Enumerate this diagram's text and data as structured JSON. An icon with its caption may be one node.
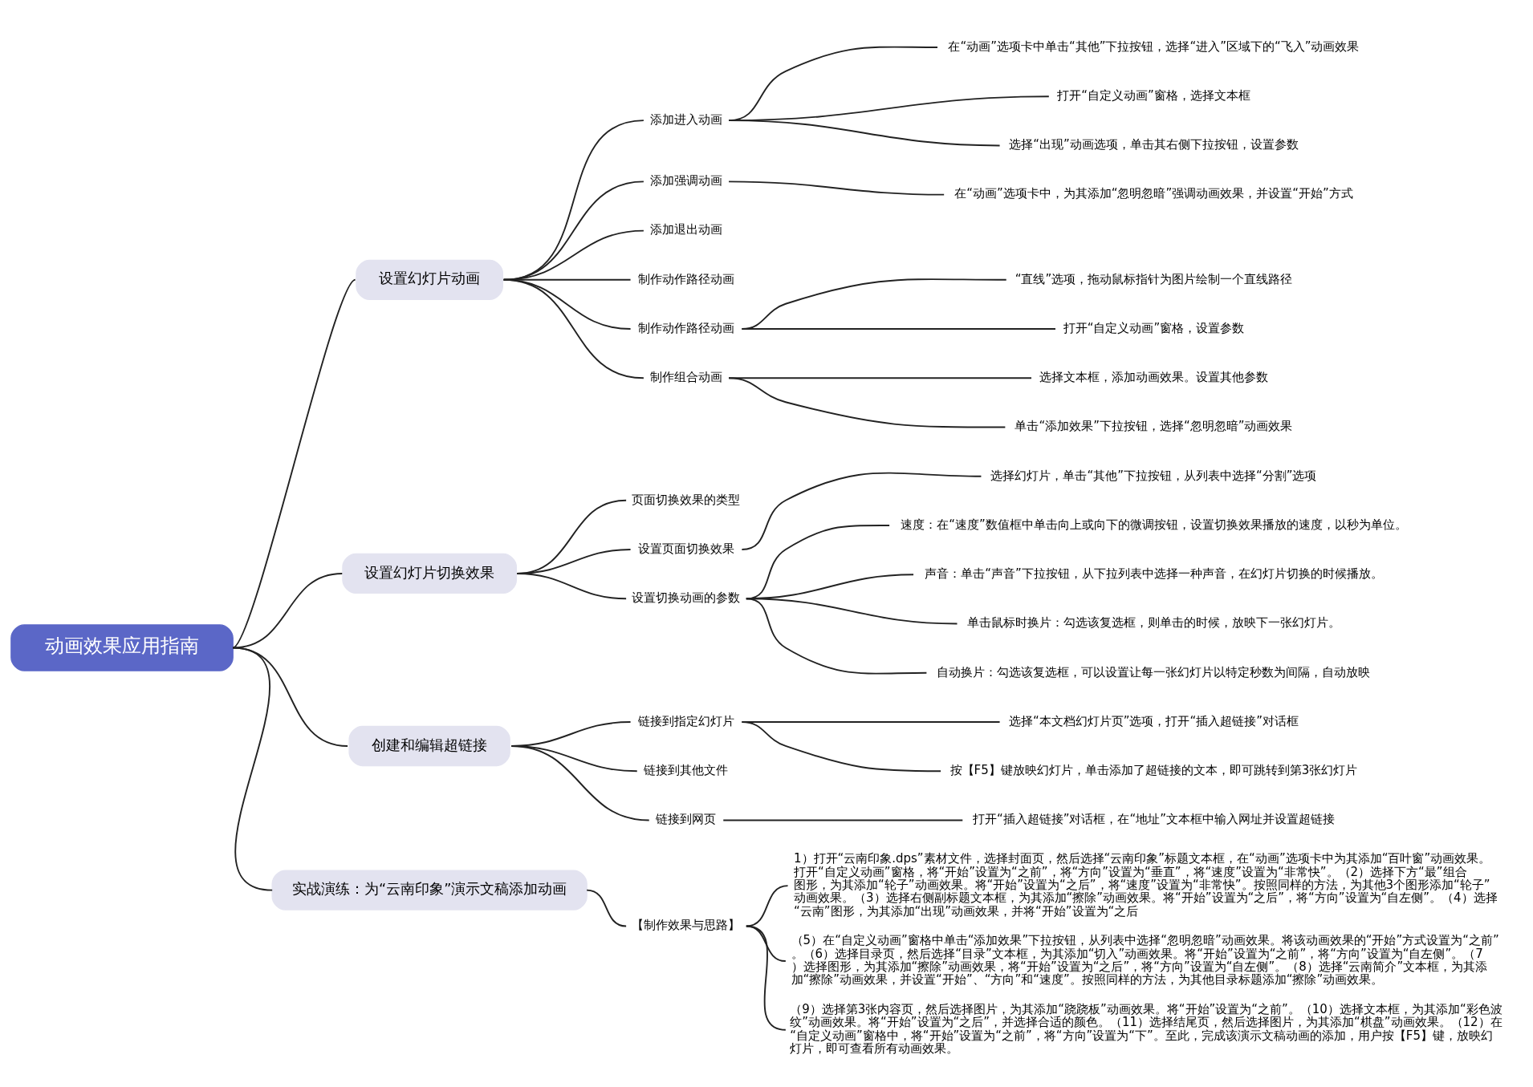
{
  "diagram": {
    "nodes": [
      {
        "text": [
          "动画效果应用指南"
        ]
      },
      {
        "text": [
          "设置幻灯片动画"
        ]
      },
      {
        "text": [
          "添加进入动画"
        ]
      },
      {
        "text": [
          "在“动画”选项卡中单击“其他”下拉按钮，选择“进入”区域下的“飞入”动画效果"
        ]
      },
      {
        "text": [
          "打开“自定义动画”窗格，选择文本框"
        ]
      },
      {
        "text": [
          "选择“出现”动画选项，单击其右侧下拉按钮，设置参数"
        ]
      },
      {
        "text": [
          "添加强调动画"
        ]
      },
      {
        "text": [
          "在“动画”选项卡中，为其添加“忽明忽暗”强调动画效果，并设置“开始”方式"
        ]
      },
      {
        "text": [
          "添加退出动画"
        ]
      },
      {
        "text": [
          "制作动作路径动画"
        ]
      },
      {
        "text": [
          "制作动作路径动画"
        ]
      },
      {
        "text": [
          "“直线”选项，拖动鼠标指针为图片绘制一个直线路径"
        ]
      },
      {
        "text": [
          "打开“自定义动画”窗格，设置参数"
        ]
      },
      {
        "text": [
          "制作组合动画"
        ]
      },
      {
        "text": [
          "选择文本框，添加动画效果。设置其他参数"
        ]
      },
      {
        "text": [
          "单击“添加效果”下拉按钮，选择“忽明忽暗”动画效果"
        ]
      },
      {
        "text": [
          "设置幻灯片切换效果"
        ]
      },
      {
        "text": [
          "页面切换效果的类型"
        ]
      },
      {
        "text": [
          "设置页面切换效果"
        ]
      },
      {
        "text": [
          "选择幻灯片，单击“其他”下拉按钮，从列表中选择“分割”选项"
        ]
      },
      {
        "text": [
          "设置切换动画的参数"
        ]
      },
      {
        "text": [
          "速度：在“速度”数值框中单击向上或向下的微调按钮，设置切换效果播放的速度，以秒为单位。"
        ]
      },
      {
        "text": [
          "声音：单击“声音”下拉按钮，从下拉列表中选择一种声音，在幻灯片切换的时候播放。"
        ]
      },
      {
        "text": [
          "单击鼠标时换片：勾选该复选框，则单击的时候，放映下一张幻灯片。"
        ]
      },
      {
        "text": [
          "自动换片：勾选该复选框，可以设置让每一张幻灯片以特定秒数为间隔，自动放映"
        ]
      },
      {
        "text": [
          "创建和编辑超链接"
        ]
      },
      {
        "text": [
          "链接到指定幻灯片"
        ]
      },
      {
        "text": [
          "选择“本文档幻灯片页”选项，打开“插入超链接”对话框"
        ]
      },
      {
        "text": [
          "按【F5】键放映幻灯片，单击添加了超链接的文本，即可跳转到第3张幻灯片"
        ]
      },
      {
        "text": [
          "链接到其他文件"
        ]
      },
      {
        "text": [
          "链接到网页"
        ]
      },
      {
        "text": [
          "打开“插入超链接”对话框，在“地址”文本框中输入网址并设置超链接"
        ]
      },
      {
        "text": [
          "实战演练：为“云南印象”演示文稿添加动画"
        ]
      },
      {
        "text": [
          "【制作效果与思路】"
        ]
      },
      {
        "text": [
          "1）打开“云南印象.dps”素材文件，选择封面页，然后选择“云南印象”标题文本框，在“动画”选项卡中为其添加“百叶窗”动画效果。打开“自定义动画”窗格，将“开始”设置为“之前”，将“方向”设置为“垂直”，将“速度”设置为“非常快”。（2）选择下方“最”组合图形，为其添加“轮子”动画效果。将“开始”设置为“之后”，将“速度”设置为“非常快”。按照同样的方法，为其他3个图形添加“轮子”动画效果。（3）选择右侧副标题文本框，为其添加“擦除”动画效果。将“开始”设置为“之后”，将“方向”设置为“自左侧”。（4）选择“云南”图形，为其添加“出现”动画效果，并将“开始”设置为“之后"
        ]
      },
      {
        "text": [
          "（5）在“自定义动画”窗格中单击“添加效果”下拉按钮，从列表中选择“忽明忽暗”动画效果。将该动画效果的“开始”方式设置为“之前”。（6）选择目录页，然后选择“目录”文本框，为其添加“切入”动画效果。将“开始”设置为“之前”，将“方向”设置为“自左侧”。（7）选择图形，为其添加“擦除”动画效果，将“开始”设置为“之后”，将“方向”设置为“自左侧”。（8）选择“云南简介”文本框，为其添加“擦除”动画效果，并设置“开始”、“方向”和“速度”。按照同样的方法，为其他目录标题添加“擦除”动画效果。"
        ]
      },
      {
        "text": [
          "（9）选择第3张内容页，然后选择图片，为其添加“跷跷板”动画效果。将“开始”设置为“之前”。（10）选择文本框，为其添加“彩色波纹”动画效果。将“开始”设置为“之后”，并选择合适的颜色。（11）选择结尾页，然后选择图片，为其添加“棋盘”动画效果。（12）在“自定义动画”窗格中，将“开始”设置为“之前”，将“方向”设置为“下”。至此，完成该演示文稿动画的添加，用户按【F5】键，放映幻灯片，即可查看所有动画效果。"
        ]
      }
    ],
    "edges": [
      {
        "from": 0,
        "to": 1,
        "arrow": "none"
      },
      {
        "from": 1,
        "to": 2,
        "arrow": "none"
      },
      {
        "from": 2,
        "to": 3,
        "arrow": "none"
      },
      {
        "from": 2,
        "to": 4,
        "arrow": "none"
      },
      {
        "from": 2,
        "to": 5,
        "arrow": "none"
      },
      {
        "from": 1,
        "to": 6,
        "arrow": "none"
      },
      {
        "from": 6,
        "to": 7,
        "arrow": "none"
      },
      {
        "from": 1,
        "to": 8,
        "arrow": "none"
      },
      {
        "from": 1,
        "to": 9,
        "arrow": "none"
      },
      {
        "from": 1,
        "to": 10,
        "arrow": "none"
      },
      {
        "from": 10,
        "to": 11,
        "arrow": "none"
      },
      {
        "from": 10,
        "to": 12,
        "arrow": "none"
      },
      {
        "from": 1,
        "to": 13,
        "arrow": "none"
      },
      {
        "from": 13,
        "to": 14,
        "arrow": "none"
      },
      {
        "from": 13,
        "to": 15,
        "arrow": "none"
      },
      {
        "from": 0,
        "to": 16,
        "arrow": "none"
      },
      {
        "from": 16,
        "to": 17,
        "arrow": "none"
      },
      {
        "from": 16,
        "to": 18,
        "arrow": "none"
      },
      {
        "from": 18,
        "to": 19,
        "arrow": "none"
      },
      {
        "from": 16,
        "to": 20,
        "arrow": "none"
      },
      {
        "from": 20,
        "to": 21,
        "arrow": "none"
      },
      {
        "from": 20,
        "to": 22,
        "arrow": "none"
      },
      {
        "from": 20,
        "to": 23,
        "arrow": "none"
      },
      {
        "from": 20,
        "to": 24,
        "arrow": "none"
      },
      {
        "from": 0,
        "to": 25,
        "arrow": "none"
      },
      {
        "from": 25,
        "to": 26,
        "arrow": "none"
      },
      {
        "from": 26,
        "to": 27,
        "arrow": "none"
      },
      {
        "from": 26,
        "to": 28,
        "arrow": "none"
      },
      {
        "from": 25,
        "to": 29,
        "arrow": "none"
      },
      {
        "from": 25,
        "to": 30,
        "arrow": "none"
      },
      {
        "from": 30,
        "to": 31,
        "arrow": "none"
      },
      {
        "from": 0,
        "to": 32,
        "arrow": "none"
      },
      {
        "from": 32,
        "to": 33,
        "arrow": "none"
      },
      {
        "from": 33,
        "to": 34,
        "arrow": "none"
      },
      {
        "from": 33,
        "to": 35,
        "arrow": "none"
      },
      {
        "from": 33,
        "to": 36,
        "arrow": "none"
      }
    ]
  }
}
